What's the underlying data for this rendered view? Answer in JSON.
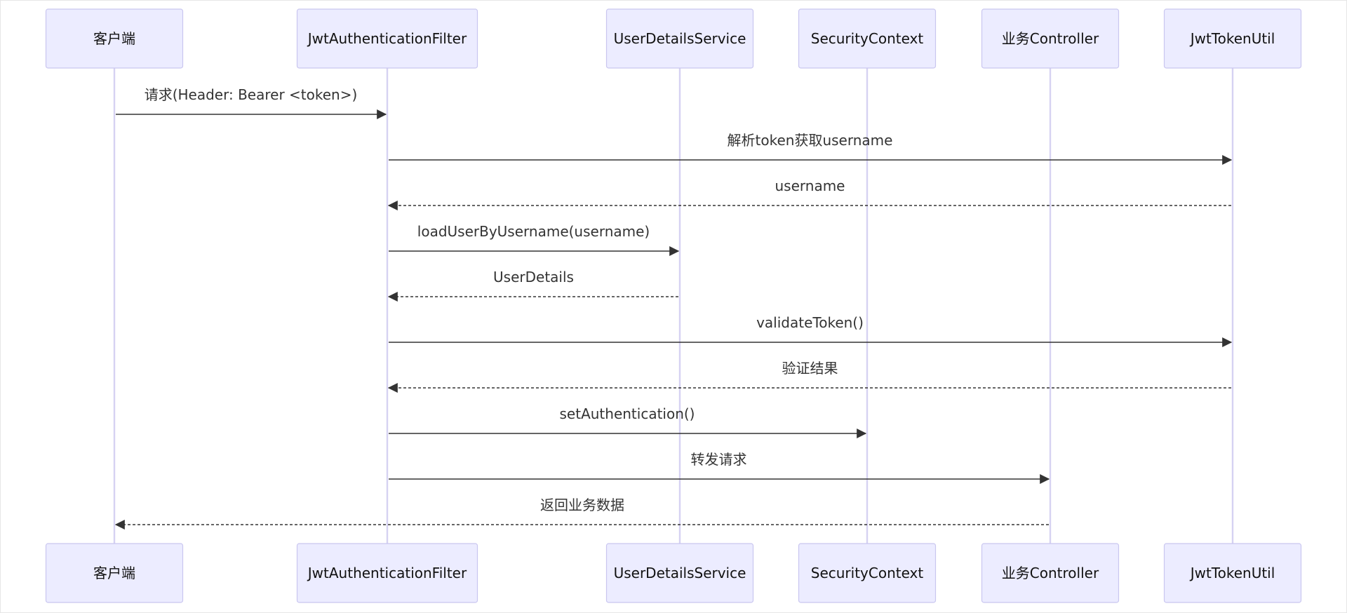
{
  "participants": [
    {
      "id": "client",
      "label": "客户端"
    },
    {
      "id": "filter",
      "label": "JwtAuthenticationFilter"
    },
    {
      "id": "uds",
      "label": "UserDetailsService"
    },
    {
      "id": "ctx",
      "label": "SecurityContext"
    },
    {
      "id": "ctrl",
      "label": "业务Controller"
    },
    {
      "id": "jwt",
      "label": "JwtTokenUtil"
    }
  ],
  "messages": [
    {
      "from": "client",
      "to": "filter",
      "label": "请求(Header: Bearer <token>)",
      "style": "solid"
    },
    {
      "from": "filter",
      "to": "jwt",
      "label": "解析token获取username",
      "style": "solid"
    },
    {
      "from": "jwt",
      "to": "filter",
      "label": "username",
      "style": "dashed"
    },
    {
      "from": "filter",
      "to": "uds",
      "label": "loadUserByUsername(username)",
      "style": "solid"
    },
    {
      "from": "uds",
      "to": "filter",
      "label": "UserDetails",
      "style": "dashed"
    },
    {
      "from": "filter",
      "to": "jwt",
      "label": "validateToken()",
      "style": "solid"
    },
    {
      "from": "jwt",
      "to": "filter",
      "label": "验证结果",
      "style": "dashed"
    },
    {
      "from": "filter",
      "to": "ctx",
      "label": "setAuthentication()",
      "style": "solid"
    },
    {
      "from": "filter",
      "to": "ctrl",
      "label": "转发请求",
      "style": "solid"
    },
    {
      "from": "ctrl",
      "to": "client",
      "label": "返回业务数据",
      "style": "dashed"
    }
  ]
}
